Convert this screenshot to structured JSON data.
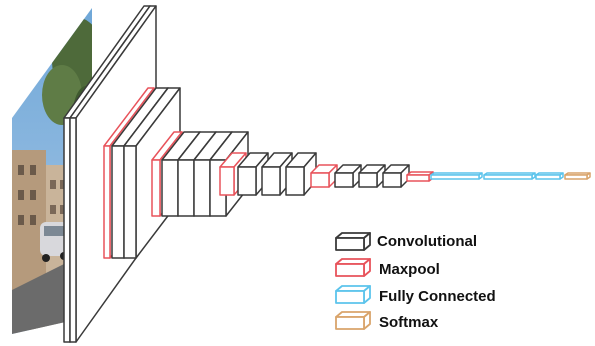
{
  "diagram": {
    "colors": {
      "Convolutional": "#3a3a3a",
      "Maxpool": "#e8535b",
      "Fully Connected": "#5cc4ec",
      "Softmax": "#d9a46b",
      "background": "#ffffff"
    },
    "input_image": "street-photo-with-tree-and-sky",
    "layers": [
      {
        "type": "Convolutional"
      },
      {
        "type": "Convolutional"
      },
      {
        "type": "Maxpool"
      },
      {
        "type": "Convolutional"
      },
      {
        "type": "Convolutional"
      },
      {
        "type": "Maxpool"
      },
      {
        "type": "Convolutional"
      },
      {
        "type": "Convolutional"
      },
      {
        "type": "Convolutional"
      },
      {
        "type": "Convolutional"
      },
      {
        "type": "Maxpool"
      },
      {
        "type": "Convolutional"
      },
      {
        "type": "Convolutional"
      },
      {
        "type": "Convolutional"
      },
      {
        "type": "Maxpool"
      },
      {
        "type": "Convolutional"
      },
      {
        "type": "Convolutional"
      },
      {
        "type": "Convolutional"
      },
      {
        "type": "Maxpool"
      },
      {
        "type": "Fully Connected"
      },
      {
        "type": "Fully Connected"
      },
      {
        "type": "Fully Connected"
      },
      {
        "type": "Softmax"
      }
    ]
  },
  "legend": {
    "items": [
      {
        "label": "Convolutional",
        "icon": "box-icon"
      },
      {
        "label": "Maxpool",
        "icon": "box-icon"
      },
      {
        "label": "Fully Connected",
        "icon": "box-icon"
      },
      {
        "label": "Softmax",
        "icon": "box-icon"
      }
    ]
  }
}
